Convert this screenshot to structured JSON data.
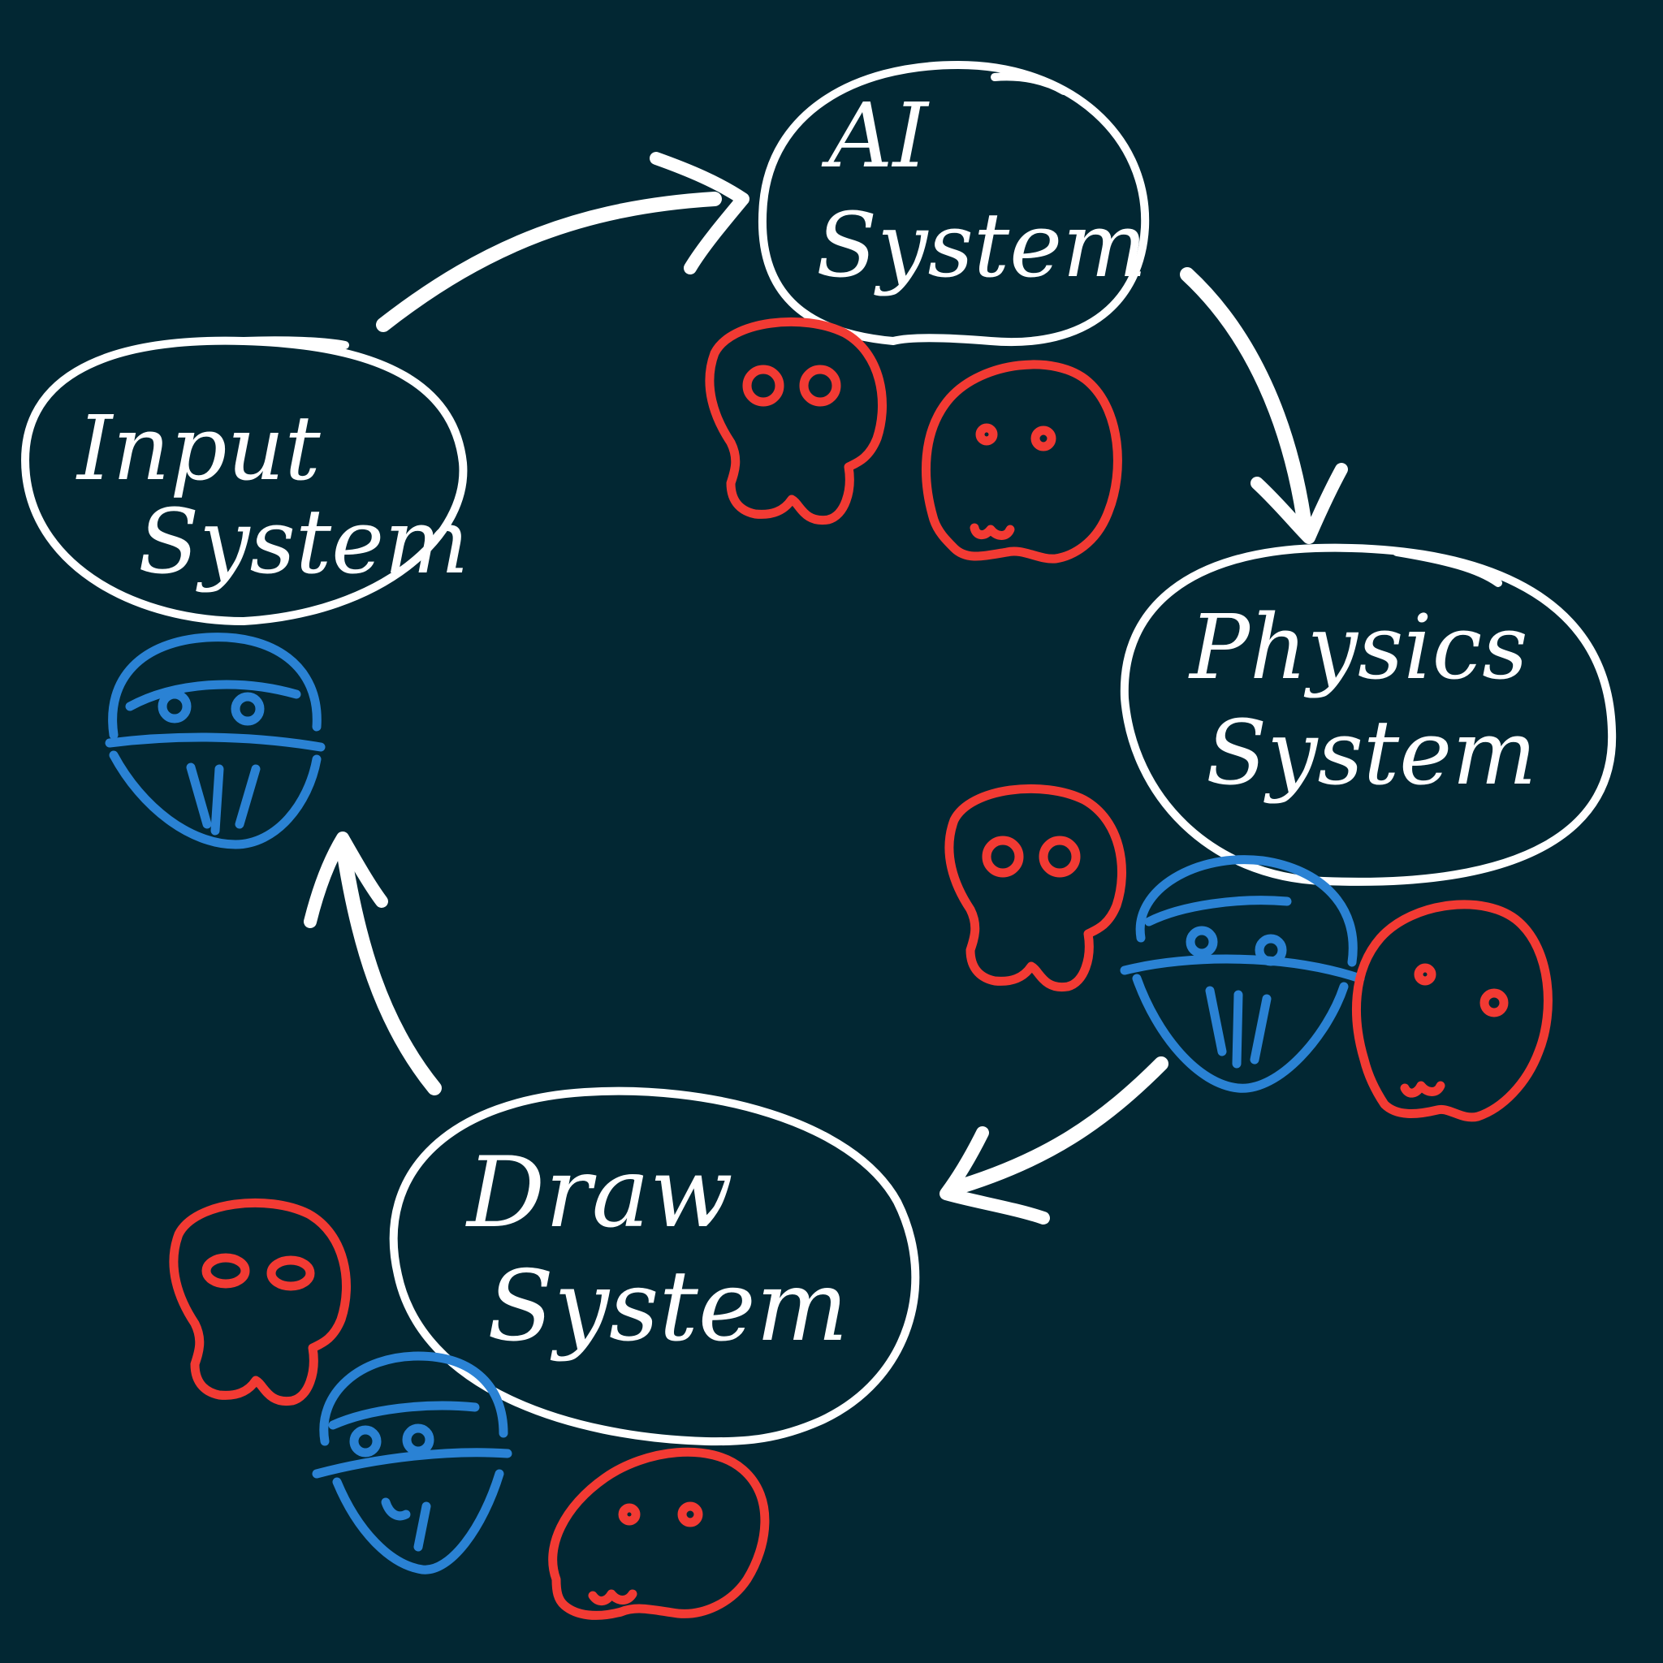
{
  "colors": {
    "background": "#022733",
    "ink": "#ffffff",
    "red_creature": "#f23a33",
    "blue_creature": "#2a82d4"
  },
  "nodes": [
    {
      "id": "ai",
      "line1": "AI",
      "line2": "System",
      "icon": "system-bubble"
    },
    {
      "id": "physics",
      "line1": "Physics",
      "line2": "System",
      "icon": "system-bubble"
    },
    {
      "id": "draw",
      "line1": "Draw",
      "line2": "System",
      "icon": "system-bubble"
    },
    {
      "id": "input",
      "line1": "Input",
      "line2": "System",
      "icon": "system-bubble"
    }
  ],
  "edges": [
    {
      "from": "input",
      "to": "ai"
    },
    {
      "from": "ai",
      "to": "physics"
    },
    {
      "from": "physics",
      "to": "draw"
    },
    {
      "from": "draw",
      "to": "input"
    }
  ],
  "node_members": {
    "ai": [
      "skull-icon",
      "ghost-icon"
    ],
    "physics": [
      "skull-icon",
      "helmet-icon",
      "ghost-icon"
    ],
    "draw": [
      "skull-icon",
      "helmet-icon",
      "ghost-icon"
    ],
    "input": [
      "helmet-icon"
    ]
  }
}
